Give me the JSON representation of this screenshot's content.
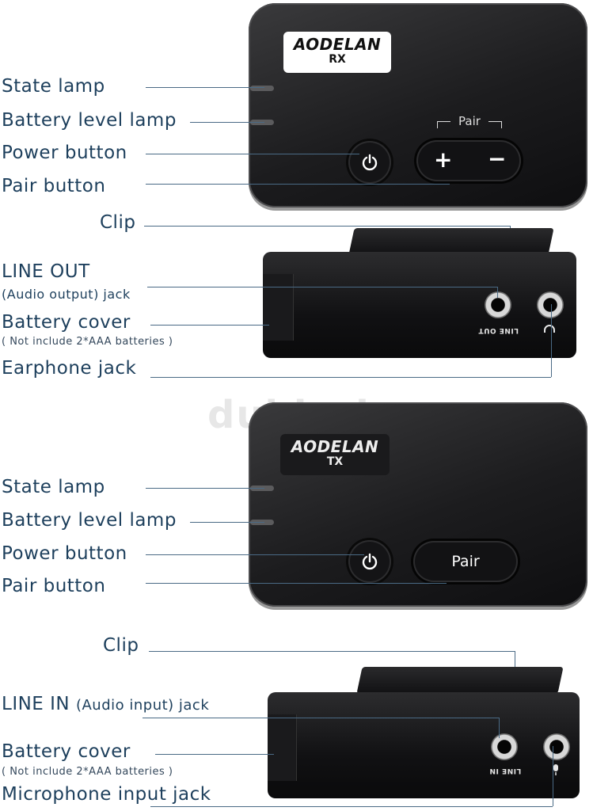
{
  "rx": {
    "brand": "AODELAN",
    "model": "RX",
    "pair_group_label": "Pair",
    "plus_symbol": "+",
    "minus_symbol": "−"
  },
  "tx": {
    "brand": "AODELAN",
    "model": "TX",
    "pair_label": "Pair"
  },
  "labels": {
    "rx_state_lamp": "State lamp",
    "rx_battery_level_lamp": "Battery level lamp",
    "rx_power_button": "Power button",
    "rx_pair_button": "Pair button",
    "rx_clip": "Clip",
    "rx_line_out": "LINE OUT",
    "rx_line_out_sub": "(Audio output) jack",
    "rx_battery_cover": "Battery  cover",
    "rx_battery_note": "( Not include 2*AAA batteries )",
    "rx_earphone_jack": "Earphone jack",
    "tx_state_lamp": "State lamp",
    "tx_battery_level_lamp": "Battery level lamp",
    "tx_power_button": "Power button",
    "tx_pair_button": "Pair button",
    "tx_clip": "Clip",
    "tx_line_in": "LINE IN",
    "tx_line_in_sub": "(Audio input) jack",
    "tx_battery_cover": "Battery cover",
    "tx_battery_note": "( Not include 2*AAA batteries )",
    "tx_microphone_jack": "Microphone  input jack"
  },
  "jack_labels": {
    "line_out": "LINE OUT",
    "line_in": "LINE IN"
  },
  "watermark": "dubizzle",
  "colors": {
    "label_text": "#1d3f5c",
    "device_body": "#1c1c1e",
    "rx_plate": "#ffffff",
    "tx_plate": "#1a1a1c"
  }
}
